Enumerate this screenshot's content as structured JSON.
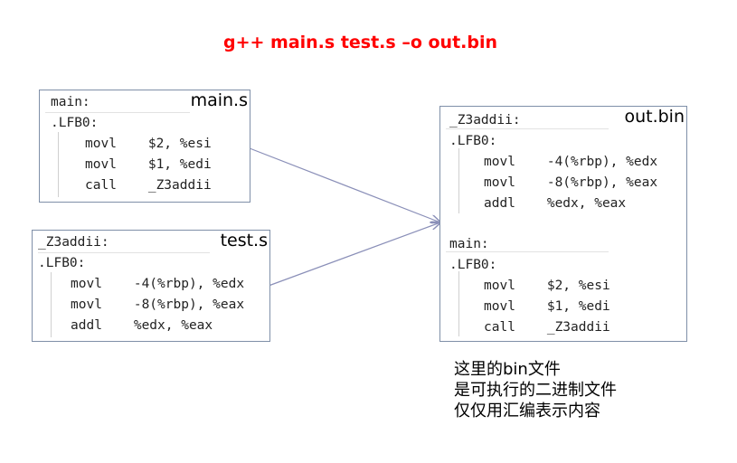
{
  "title": "g++ main.s test.s –o out.bin",
  "main_box": {
    "label": "main.s",
    "lines": [
      "main:",
      ".LFB0:",
      "movl    $2, %esi",
      "movl    $1, %edi",
      "call    _Z3addii"
    ]
  },
  "test_box": {
    "label": "test.s",
    "lines": [
      "_Z3addii:",
      ".LFB0:",
      "movl    -4(%rbp), %edx",
      "movl    -8(%rbp), %eax",
      "addl    %edx, %eax"
    ]
  },
  "out_box": {
    "label": "out.bin",
    "lines": [
      "_Z3addii:",
      ".LFB0:",
      "movl    -4(%rbp), %edx",
      "movl    -8(%rbp), %eax",
      "addl    %edx, %eax",
      "main:",
      ".LFB0:",
      "movl    $2, %esi",
      "movl    $1, %edi",
      "call    _Z3addii"
    ]
  },
  "note": [
    "这里的bin文件",
    "是可执行的二进制文件",
    "仅仅用汇编表示内容"
  ],
  "colors": {
    "title": "#ff0000",
    "arrow": "#8a8fb8",
    "border": "#7f8fa8"
  }
}
